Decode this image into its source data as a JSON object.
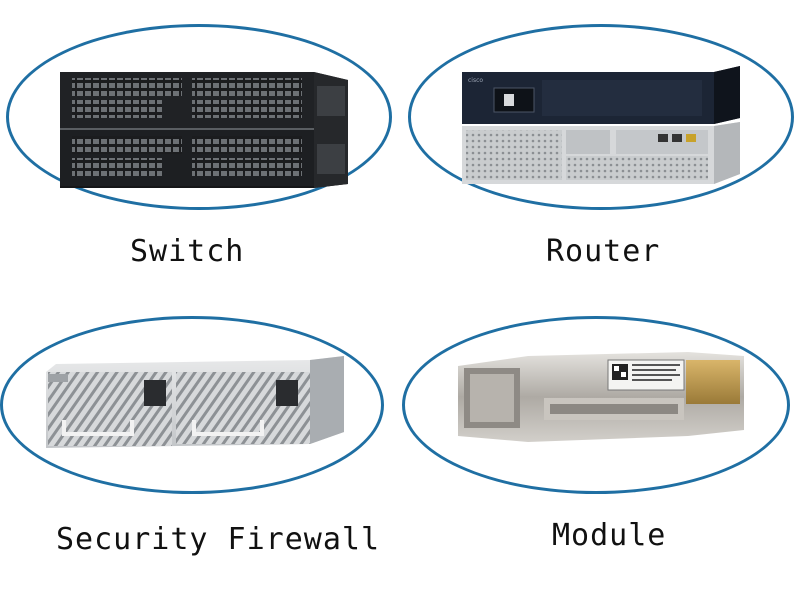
{
  "products": [
    {
      "name": "switch",
      "caption": "Switch"
    },
    {
      "name": "router",
      "caption": "Router"
    },
    {
      "name": "security-firewall",
      "caption": "Security Firewall"
    },
    {
      "name": "module",
      "caption": "Module"
    }
  ]
}
